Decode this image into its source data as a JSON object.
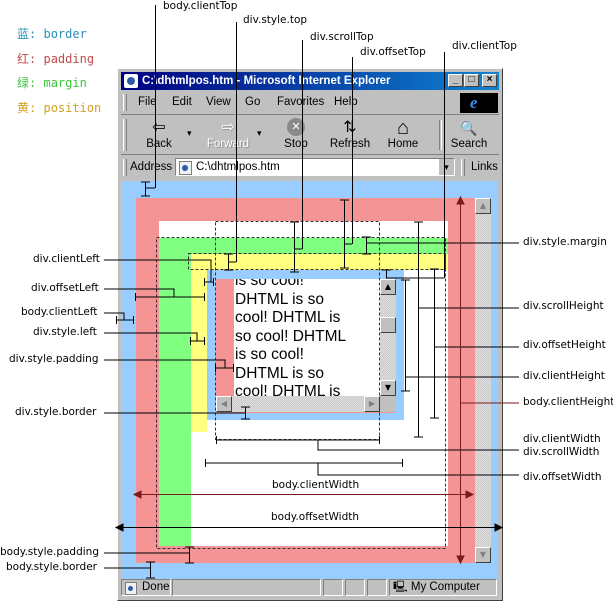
{
  "legend": [
    {
      "cn": "蓝",
      "sep": ":",
      "term": "border",
      "color": "#2a8fb5"
    },
    {
      "cn": "红",
      "sep": ":",
      "term": "padding",
      "color": "#c04a4a"
    },
    {
      "cn": "绿",
      "sep": ":",
      "term": "margin",
      "color": "#3cc43c"
    },
    {
      "cn": "黄",
      "sep": ":",
      "term": "position",
      "color": "#d4a020"
    }
  ],
  "colors": {
    "border": "#99ccff",
    "padding": "#f59494",
    "margin": "#80ff80",
    "position": "#ffff80"
  },
  "browser": {
    "title": "C:\\dhtmlpos.htm - Microsoft Internet Explorer",
    "minimize": "_",
    "maximize": "□",
    "close": "×",
    "menu": [
      "File",
      "Edit",
      "View",
      "Go",
      "Favorites",
      "Help"
    ],
    "toolbar": [
      {
        "label": "Back",
        "icon": "back-arrow-icon",
        "glyph": "⇦",
        "enabled": true
      },
      {
        "label": "Forward",
        "icon": "forward-arrow-icon",
        "glyph": "⇨",
        "enabled": false
      },
      {
        "label": "Stop",
        "icon": "stop-icon",
        "glyph": "✕",
        "enabled": true
      },
      {
        "label": "Refresh",
        "icon": "refresh-icon",
        "glyph": "⇅",
        "enabled": true
      },
      {
        "label": "Home",
        "icon": "home-icon",
        "glyph": "⌂",
        "enabled": true
      },
      {
        "label": "Search",
        "icon": "search-icon",
        "glyph": "🔍",
        "enabled": true
      }
    ],
    "dropdown_glyph": "▾",
    "address_label": "Address",
    "address_value": "C:\\dhtmlpos.htm",
    "links_label": "Links",
    "status_text": "Done",
    "zone_text": "My Computer"
  },
  "div_content": [
    "is so cool!",
    "DHTML is so",
    "cool! DHTML is",
    "so cool! DHTML",
    "is so cool!",
    "DHTML is so",
    "cool! DHTML is"
  ],
  "labels": {
    "top": [
      "body.clientTop",
      "div.style.top",
      "div.scrollTop",
      "div.offsetTop",
      "div.clientTop"
    ],
    "left": [
      "div.clientLeft",
      "div.offsetLeft",
      "body.clientLeft",
      "div.style.left",
      "div.style.padding",
      "div.style.border",
      "body.style.padding",
      "body.style.border"
    ],
    "right": [
      "div.style.margin",
      "div.scrollHeight",
      "div.offsetHeight",
      "div.clientHeight",
      "body.clientHeight",
      "div.clientWidth",
      "div.scrollWidth",
      "div.offsetWidth"
    ],
    "center": [
      "body.clientWidth",
      "body.offsetWidth"
    ]
  }
}
